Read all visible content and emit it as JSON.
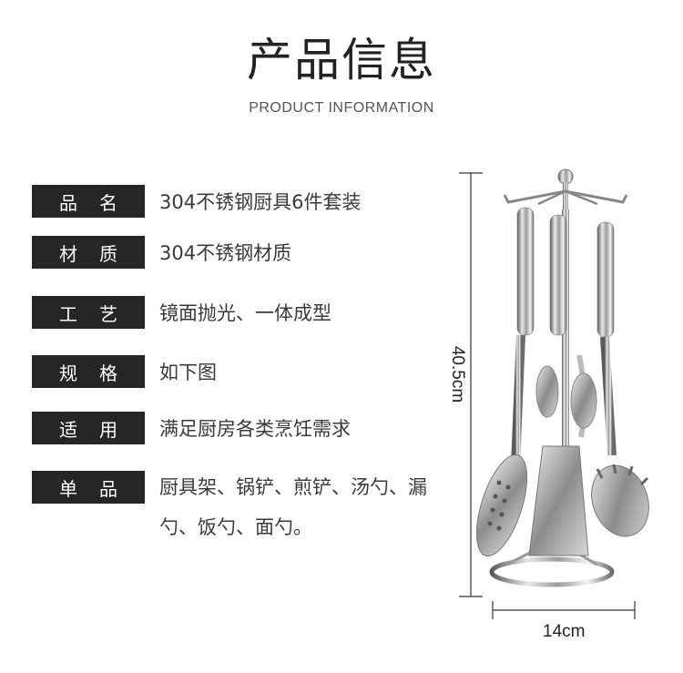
{
  "header": {
    "title": "产品信息",
    "subtitle": "PRODUCT INFORMATION"
  },
  "specs": [
    {
      "label": "品名",
      "value": "304不锈钢厨具6件套装"
    },
    {
      "label": "材质",
      "value": "304不锈钢材质"
    },
    {
      "label": "工艺",
      "value": "镜面抛光、一体成型"
    },
    {
      "label": "规格",
      "value": "如下图"
    },
    {
      "label": "适用",
      "value": "满足厨房各类烹饪需求"
    },
    {
      "label": "单品",
      "value": "厨具架、锅铲、煎铲、汤勺、漏勺、饭勺、面勺。"
    }
  ],
  "dimensions": {
    "height": "40.5cm",
    "width": "14cm"
  }
}
